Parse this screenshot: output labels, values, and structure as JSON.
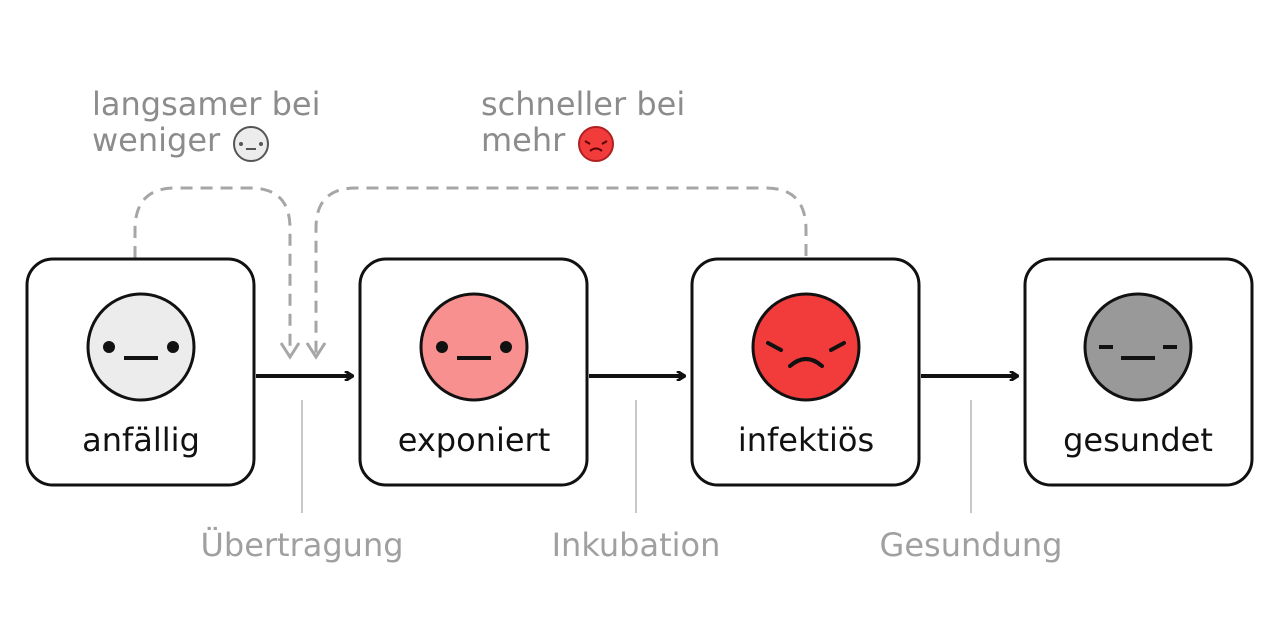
{
  "states": [
    {
      "id": "susceptible",
      "label": "anfällig",
      "face_color": "#ececec",
      "mood": "neutral"
    },
    {
      "id": "exposed",
      "label": "exponiert",
      "face_color": "#f99090",
      "mood": "neutral"
    },
    {
      "id": "infectious",
      "label": "infektiös",
      "face_color": "#f23c3c",
      "mood": "sad"
    },
    {
      "id": "recovered",
      "label": "gesundet",
      "face_color": "#999999",
      "mood": "tired"
    }
  ],
  "transitions": [
    {
      "label": "Übertragung"
    },
    {
      "label": "Inkubation"
    },
    {
      "label": "Gesundung"
    }
  ],
  "notes": {
    "slower": {
      "line1": "langsamer bei",
      "line2": "weniger",
      "icon": "neutral-face-icon",
      "icon_color": "#ececec"
    },
    "faster": {
      "line1": "schneller bei",
      "line2": "mehr",
      "icon": "sad-face-icon",
      "icon_color": "#f23c3c"
    }
  },
  "colors": {
    "outline": "#111111",
    "dashed_arrow": "#a6a6a6",
    "transition_text": "#a0a0a0",
    "note_text": "#8c8c8c"
  }
}
